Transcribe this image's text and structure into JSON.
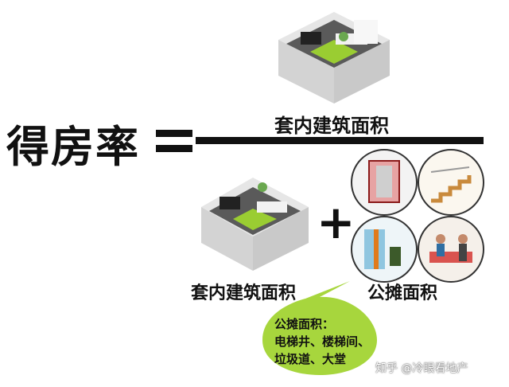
{
  "formula": {
    "label": "得房率",
    "equals": "=",
    "numerator": "套内建筑面积",
    "denominator": "套内建筑面积",
    "plus": "+",
    "shared": "公摊面积"
  },
  "shared_detail": {
    "title": "公摊面积：",
    "line1": "电梯井、楼梯间、",
    "line2": "垃圾道、大堂"
  },
  "watermark": "知乎 @冷眼看地产"
}
